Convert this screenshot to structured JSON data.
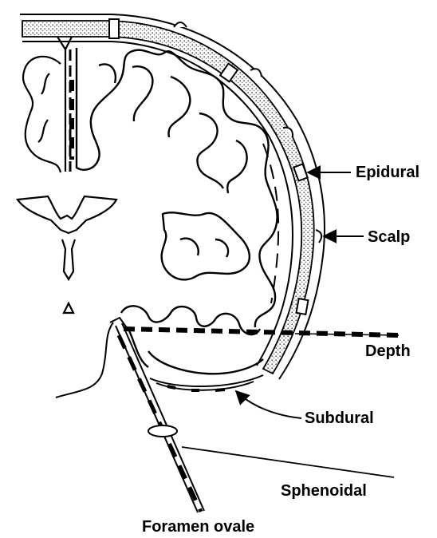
{
  "labels": {
    "epidural": "Epidural",
    "scalp": "Scalp",
    "depth": "Depth",
    "subdural": "Subdural",
    "sphenoidal": "Sphenoidal",
    "foramen_ovale": "Foramen ovale"
  },
  "colors": {
    "ink": "#000000",
    "background": "#ffffff",
    "bone_stipple": "#777777"
  }
}
